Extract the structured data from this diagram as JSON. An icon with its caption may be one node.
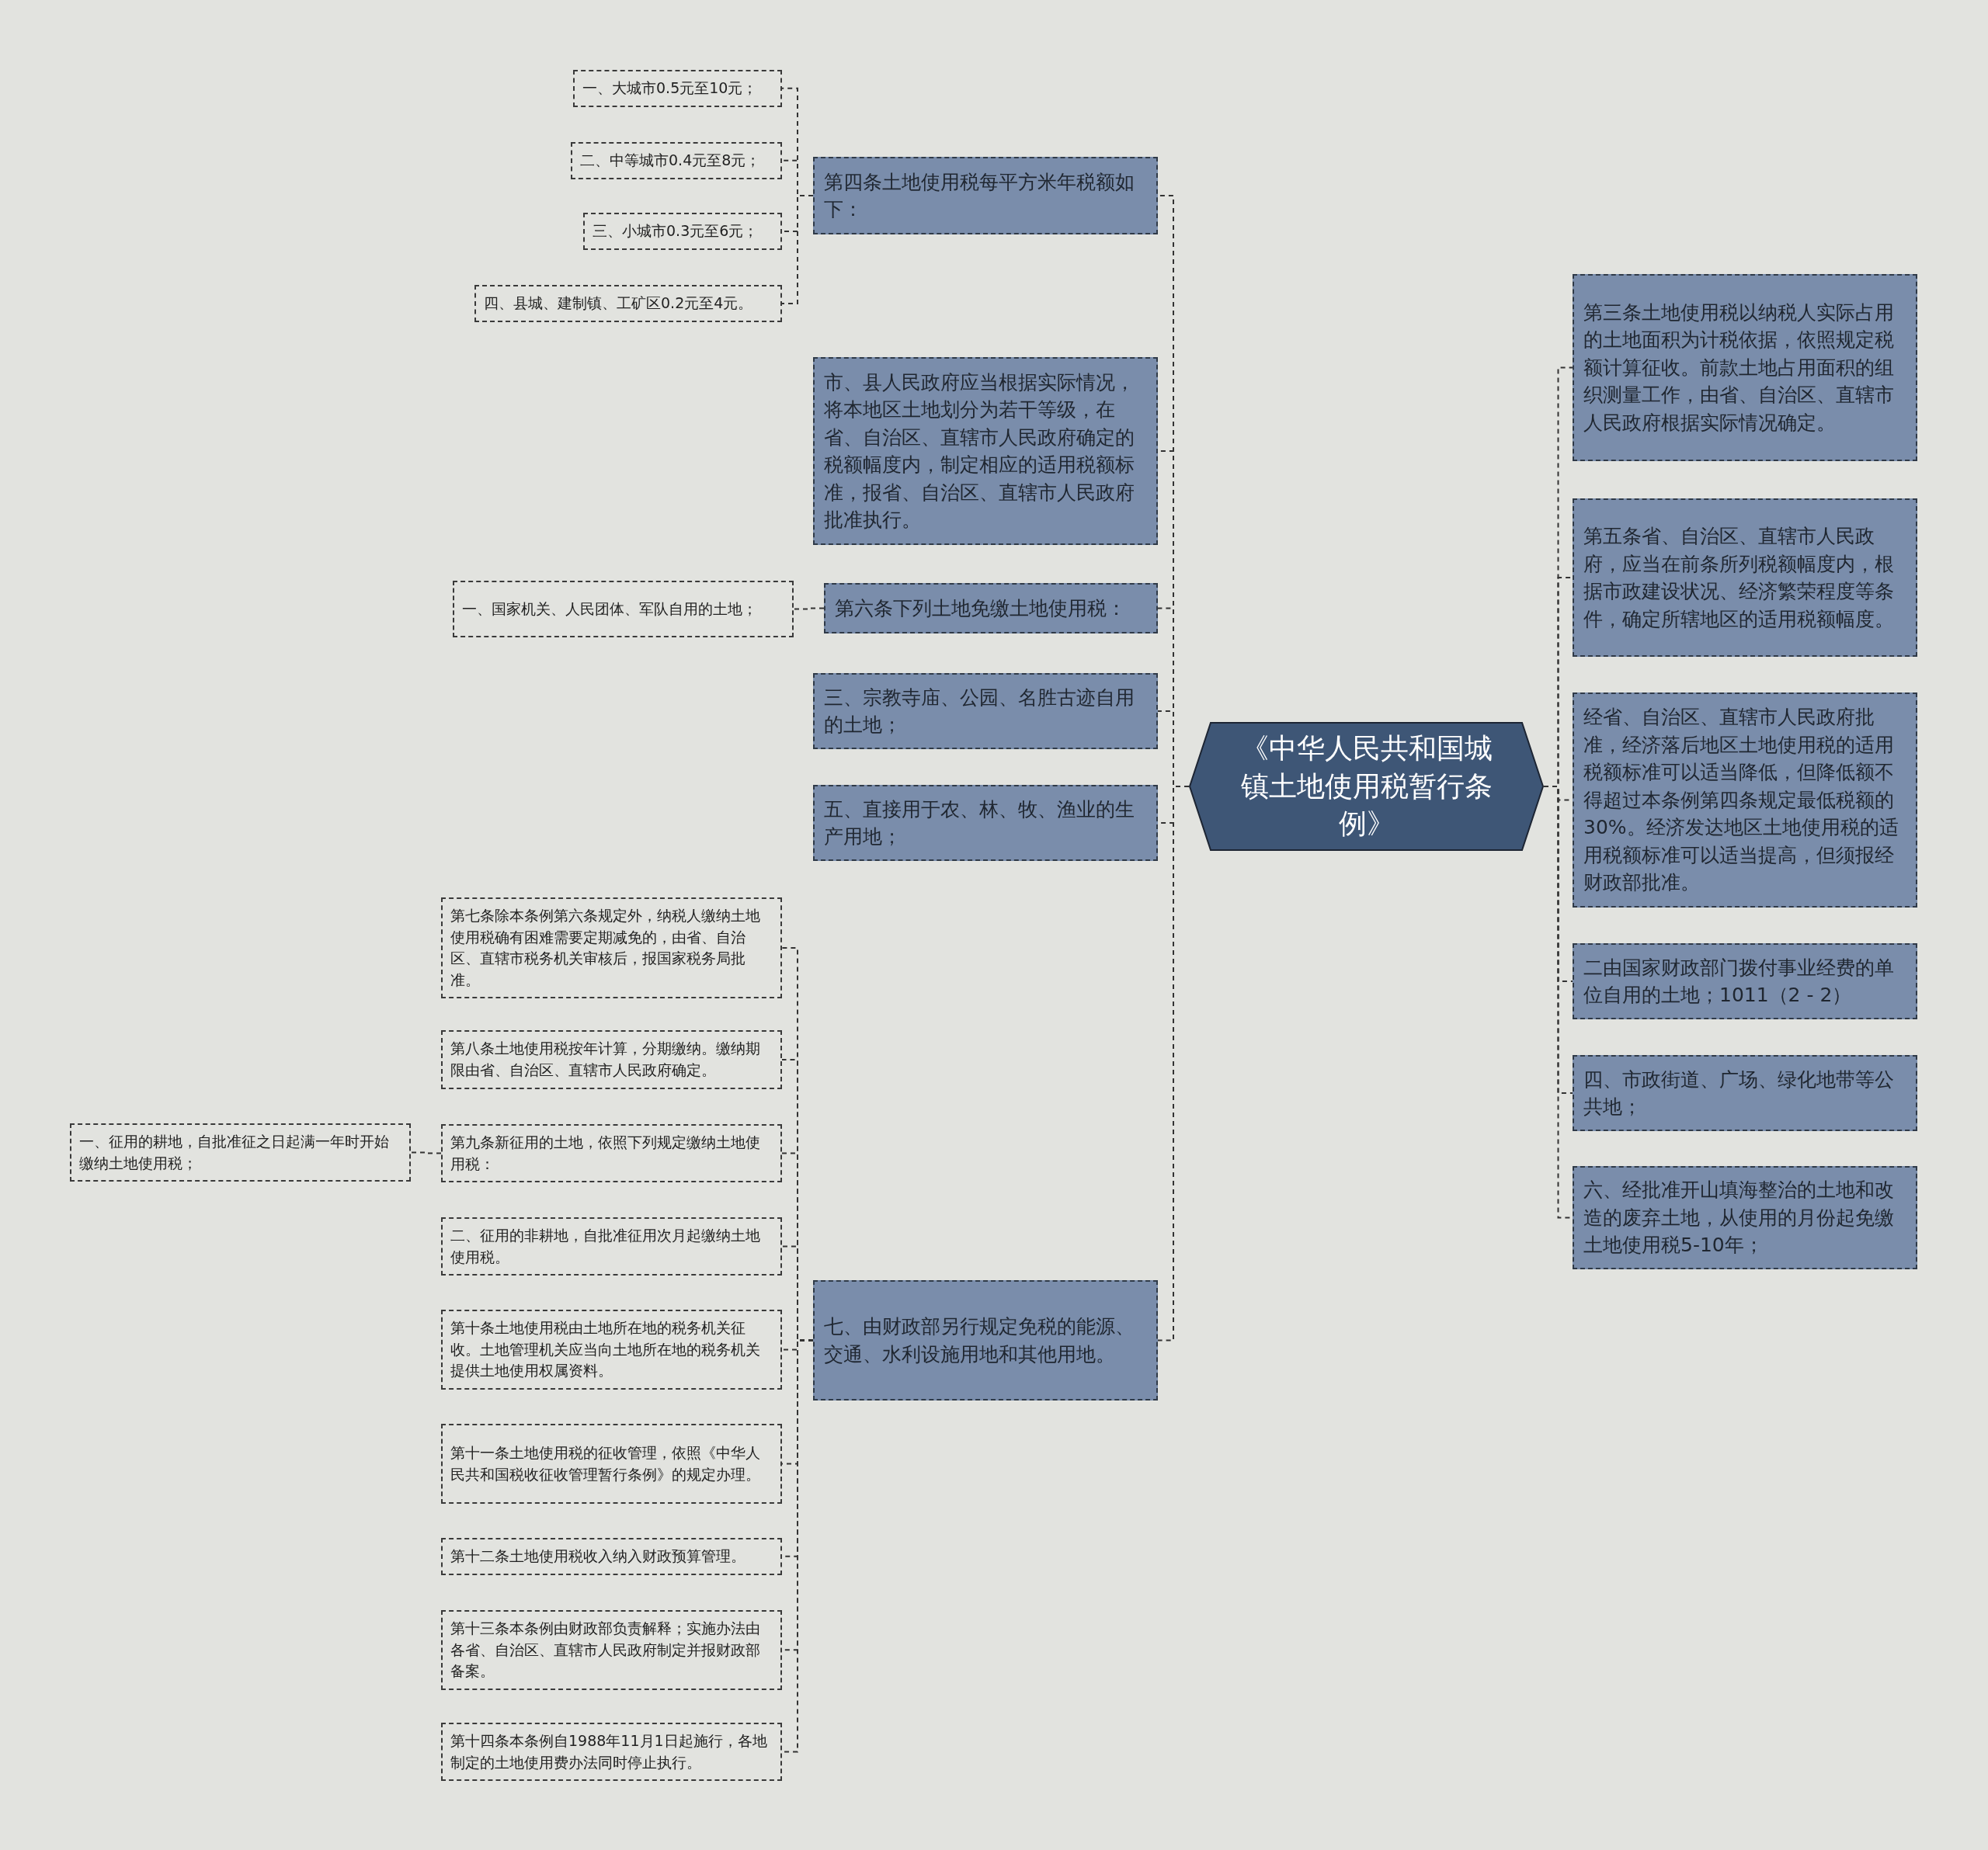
{
  "diagram": {
    "nodes": [
      {
        "text": [
          "《中华人民共和国城镇土地使用税暂行条例》"
        ]
      },
      {
        "text": [
          "第四条土地使用税每平方米年税额如下："
        ]
      },
      {
        "text": [
          "一、大城市0.5元至10元；"
        ]
      },
      {
        "text": [
          "二、中等城市0.4元至8元；"
        ]
      },
      {
        "text": [
          "三、小城市0.3元至6元；"
        ]
      },
      {
        "text": [
          "四、县城、建制镇、工矿区0.2元至4元。"
        ]
      },
      {
        "text": [
          "市、县人民政府应当根据实际情况，将本地区土地划分为若干等级，在省、自治区、直辖市人民政府确定的税额幅度内，制定相应的适用税额标准，报省、自治区、直辖市人民政府批准执行。"
        ]
      },
      {
        "text": [
          "第六条下列土地免缴土地使用税："
        ]
      },
      {
        "text": [
          "一、国家机关、人民团体、军队自用的土地；"
        ]
      },
      {
        "text": [
          "三、宗教寺庙、公园、名胜古迹自用的土地；"
        ]
      },
      {
        "text": [
          "五、直接用于农、林、牧、渔业的生产用地；"
        ]
      },
      {
        "text": [
          "七、由财政部另行规定免税的能源、交通、水利设施用地和其他用地。"
        ]
      },
      {
        "text": [
          "第七条除本条例第六条规定外，纳税人缴纳土地使用税确有困难需要定期减免的，由省、自治区、直辖市税务机关审核后，报国家税务局批准。"
        ]
      },
      {
        "text": [
          "第八条土地使用税按年计算，分期缴纳。缴纳期限由省、自治区、直辖市人民政府确定。"
        ]
      },
      {
        "text": [
          "第九条新征用的土地，依照下列规定缴纳土地使用税："
        ]
      },
      {
        "text": [
          "一、征用的耕地，自批准征之日起满一年时开始缴纳土地使用税；"
        ]
      },
      {
        "text": [
          "二、征用的非耕地，自批准征用次月起缴纳土地使用税。"
        ]
      },
      {
        "text": [
          "第十条土地使用税由土地所在地的税务机关征收。土地管理机关应当向土地所在地的税务机关提供土地使用权属资料。"
        ]
      },
      {
        "text": [
          "第十一条土地使用税的征收管理，依照《中华人民共和国税收征收管理暂行条例》的规定办理。"
        ]
      },
      {
        "text": [
          "第十二条土地使用税收入纳入财政预算管理。"
        ]
      },
      {
        "text": [
          "第十三条本条例由财政部负责解释；实施办法由各省、自治区、直辖市人民政府制定并报财政部备案。"
        ]
      },
      {
        "text": [
          "第十四条本条例自1988年11月1日起施行，各地制定的土地使用费办法同时停止执行。"
        ]
      },
      {
        "text": [
          "第三条土地使用税以纳税人实际占用的土地面积为计税依据，依照规定税额计算征收。前款土地占用面积的组织测量工作，由省、自治区、直辖市人民政府根据实际情况确定。"
        ]
      },
      {
        "text": [
          "第五条省、自治区、直辖市人民政府，应当在前条所列税额幅度内，根据市政建设状况、经济繁荣程度等条件，确定所辖地区的适用税额幅度。"
        ]
      },
      {
        "text": [
          "经省、自治区、直辖市人民政府批准，经济落后地区土地使用税的适用税额标准可以适当降低，但降低额不得超过本条例第四条规定最低税额的30%。经济发达地区土地使用税的适用税额标准可以适当提高，但须报经财政部批准。"
        ]
      },
      {
        "text": [
          "二由国家财政部门拨付事业经费的单位自用的土地；1011（2 - 2）"
        ]
      },
      {
        "text": [
          "四、市政街道、广场、绿化地带等公共地；"
        ]
      },
      {
        "text": [
          "六、经批准开山填海整治的土地和改造的废弃土地，从使用的月份起免缴土地使用税5-10年；"
        ]
      }
    ],
    "edges": [
      {
        "from": 0,
        "to": 1,
        "arrow": "none"
      },
      {
        "from": 1,
        "to": 2,
        "arrow": "none"
      },
      {
        "from": 1,
        "to": 3,
        "arrow": "none"
      },
      {
        "from": 1,
        "to": 4,
        "arrow": "none"
      },
      {
        "from": 1,
        "to": 5,
        "arrow": "none"
      },
      {
        "from": 0,
        "to": 6,
        "arrow": "none"
      },
      {
        "from": 0,
        "to": 7,
        "arrow": "none"
      },
      {
        "from": 7,
        "to": 8,
        "arrow": "none"
      },
      {
        "from": 0,
        "to": 9,
        "arrow": "none"
      },
      {
        "from": 0,
        "to": 10,
        "arrow": "none"
      },
      {
        "from": 0,
        "to": 11,
        "arrow": "none"
      },
      {
        "from": 11,
        "to": 12,
        "arrow": "none"
      },
      {
        "from": 11,
        "to": 13,
        "arrow": "none"
      },
      {
        "from": 11,
        "to": 14,
        "arrow": "none"
      },
      {
        "from": 14,
        "to": 15,
        "arrow": "none"
      },
      {
        "from": 11,
        "to": 16,
        "arrow": "none"
      },
      {
        "from": 11,
        "to": 17,
        "arrow": "none"
      },
      {
        "from": 11,
        "to": 18,
        "arrow": "none"
      },
      {
        "from": 11,
        "to": 19,
        "arrow": "none"
      },
      {
        "from": 11,
        "to": 20,
        "arrow": "none"
      },
      {
        "from": 11,
        "to": 21,
        "arrow": "none"
      },
      {
        "from": 0,
        "to": 22,
        "arrow": "none"
      },
      {
        "from": 0,
        "to": 23,
        "arrow": "none"
      },
      {
        "from": 0,
        "to": 24,
        "arrow": "none"
      },
      {
        "from": 0,
        "to": 25,
        "arrow": "none"
      },
      {
        "from": 0,
        "to": 26,
        "arrow": "none"
      },
      {
        "from": 0,
        "to": 27,
        "arrow": "none"
      }
    ]
  }
}
